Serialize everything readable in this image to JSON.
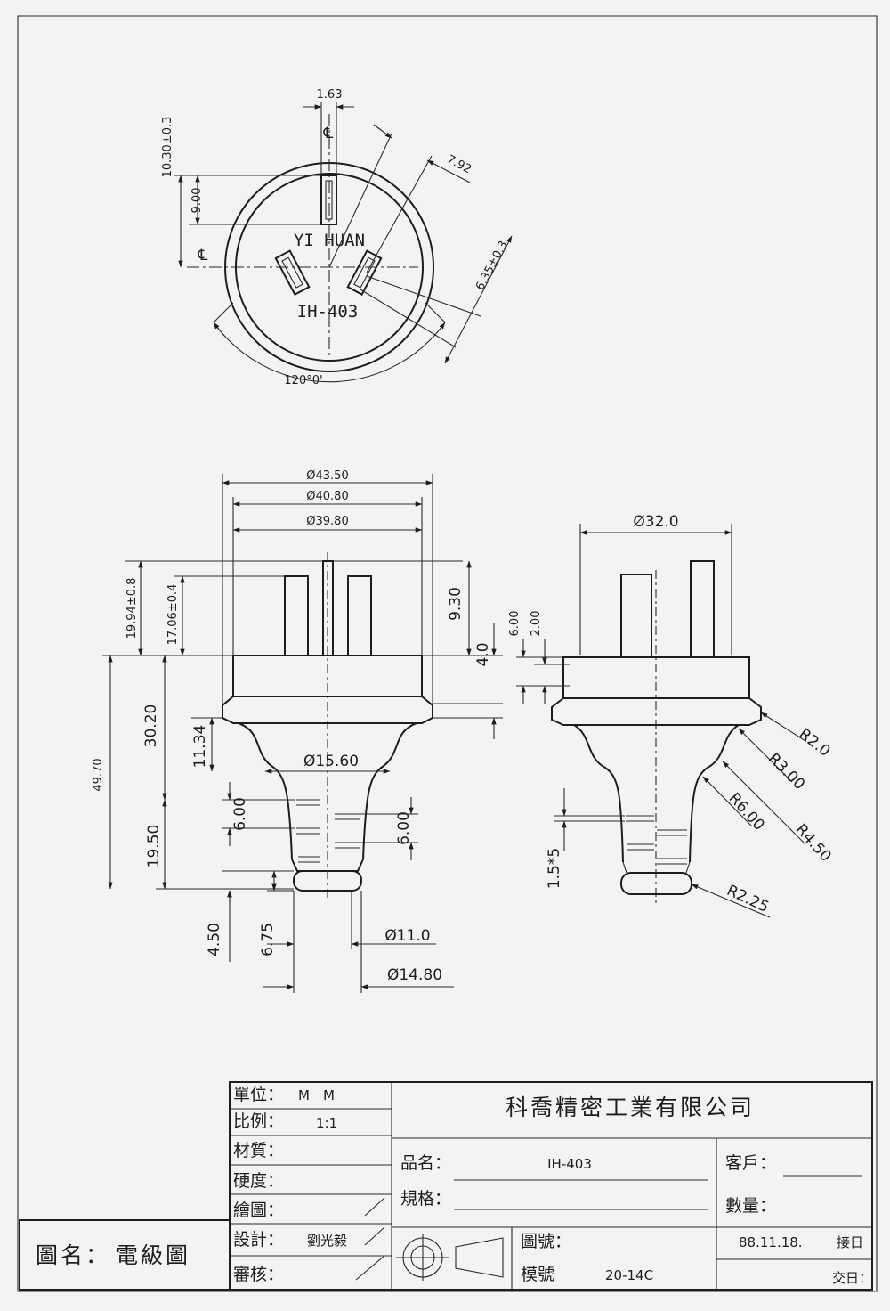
{
  "top_view": {
    "center_mark_top": "℄",
    "center_mark_left": "℄",
    "brand_text": "YI HUAN",
    "model_text": "IH-403",
    "dim_pin_width": "1.63",
    "dim_pin_offset": "10.30±0.3",
    "dim_pin_length": "9.00",
    "dim_flat_pin_width": "7.92",
    "dim_flat_pin_pos": "6.35±0.3",
    "dim_angle": "120°0'"
  },
  "front_view": {
    "dia_outer": "Ø43.50",
    "dia_middle": "Ø40.80",
    "dia_inner": "Ø39.80",
    "dim_pin_total": "19.94±0.8",
    "dim_pin_body": "17.06±0.4",
    "dim_pin_exposed": "9.30",
    "dim_body_height": "4.0",
    "dim_overall": "49.70",
    "dim_upper": "30.20",
    "dim_neck": "11.34",
    "dia_neck": "Ø15.60",
    "dim_rib_left": "6.00",
    "dim_rib_right": "6.00",
    "dim_lower": "19.50",
    "dim_tail": "4.50",
    "dim_tail2": "6.75",
    "dia_tail_small": "Ø11.0",
    "dia_tail_large": "Ø14.80"
  },
  "side_view": {
    "dia_body": "Ø32.0",
    "dim_a": "6.00",
    "dim_b": "2.00",
    "dim_pitch": "1.5*5",
    "radius_1": "R2.0",
    "radius_2": "R3.00",
    "radius_3": "R6.00",
    "radius_4": "R4.50",
    "radius_5": "R2.25"
  },
  "title_block": {
    "unit_label": "單位：",
    "unit_value": "M　M",
    "scale_label": "比例：",
    "scale_value": "1:1",
    "material_label": "材質：",
    "hardness_label": "硬度：",
    "drawn_label": "繪圖：",
    "design_label": "設計：",
    "designer": "劉光毅",
    "review_label": "審核：",
    "company": "科喬精密工業有限公司",
    "product_name_label": "品名：",
    "product_name": "IH-403",
    "spec_label": "規格：",
    "customer_label": "客戶：",
    "quantity_label": "數量：",
    "drawing_no_label": "圖號：",
    "mold_no_label": "模號",
    "mold_no": "20-14C",
    "date": "88.11.18.",
    "receive_label": "接日",
    "deliver_label": "交日：",
    "drawing_title_label": "圖名：",
    "drawing_title": "電級圖"
  },
  "colors": {
    "ink": "#1d1d1d",
    "paper": "#f3f3f1"
  }
}
